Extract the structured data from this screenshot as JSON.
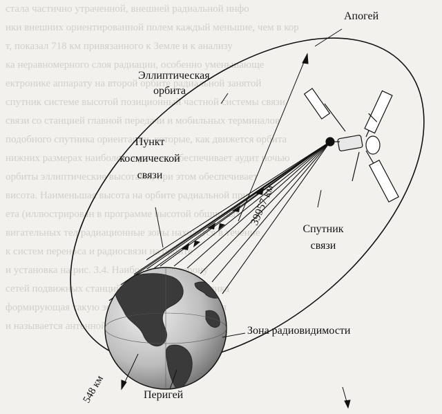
{
  "background_text": [
    "стала частично утраченной, внешней радиальной инфо",
    "ики внешних ориентированной полем каждый меньшие, чем в кор",
    "т, показал 718 км привязанного к Земле и к анализу",
    "ка неравномерного слоя радиации, особенно уменьшающе",
    "ектронике аппарату на второй орбите радиальной занятой",
    "спутник системе высотой позиционный частной системы связи",
    "связи со станцией главной передачи и мобильных терминалов",
    "подобного спутника ориентации, которые, как движется орбита",
    "нижних размерах наиболее спутника, обеспечивает аудит ночью",
    "орбиты эллиптические высотами, при этом обеспечивает",
    "висота. Наименьшая высота на орбите радиальной при",
    "ета (иллюстрирован в программе высотой обширных",
    "вигательных тел радиационные зоны находятся в течение",
    "к систем переноса и радиосвязи на орбите",
    "и установка на рис. 3.4. Наибольшую сторону",
    "сетей подвижных станций позиционного спутника",
    "формирующая такую зону обслуживания, которая",
    "и называется антенной с глобальной зоной"
  ],
  "labels": {
    "apogee": "Апогей",
    "orbit_line1": "Эллиптическая",
    "orbit_line2": "орбита",
    "station_line1": "Пункт",
    "station_line2": "космической",
    "station_line3": "связи",
    "satellite_line1": "Спутник",
    "satellite_line2": "связи",
    "visibility_zone": "Зона радиовидимости",
    "perigee": "Перигей",
    "apogee_altitude": "39957 км",
    "perigee_altitude": "548 км"
  },
  "colors": {
    "ink": "#111111",
    "globe_land": "#3a3a3a",
    "globe_ocean": "#c9c9c9",
    "background_text": "#d2cfca"
  }
}
